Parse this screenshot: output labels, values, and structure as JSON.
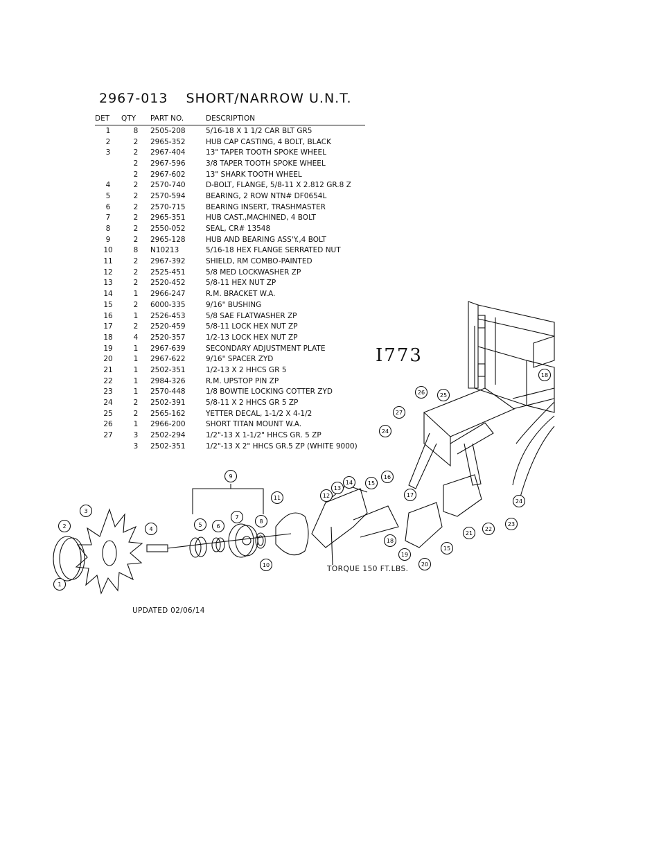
{
  "header": {
    "part_number": "2967-013",
    "title": "SHORT/NARROW U.N.T."
  },
  "table": {
    "columns": [
      "DET",
      "QTY",
      "PART NO.",
      "DESCRIPTION"
    ],
    "rows": [
      {
        "det": "1",
        "qty": "8",
        "part": "2505-208",
        "desc": "5/16-18 X 1 1/2 CAR BLT GR5"
      },
      {
        "det": "2",
        "qty": "2",
        "part": "2965-352",
        "desc": "HUB CAP CASTING, 4 BOLT, BLACK"
      },
      {
        "det": "3",
        "qty": "2",
        "part": "2967-404",
        "desc": "13\" TAPER TOOTH SPOKE WHEEL"
      },
      {
        "det": "",
        "qty": "2",
        "part": "2967-596",
        "desc": "3/8 TAPER TOOTH SPOKE WHEEL"
      },
      {
        "det": "",
        "qty": "2",
        "part": "2967-602",
        "desc": "13\" SHARK TOOTH WHEEL"
      },
      {
        "det": "4",
        "qty": "2",
        "part": "2570-740",
        "desc": "D-BOLT, FLANGE, 5/8-11 X 2.812 GR.8 Z"
      },
      {
        "det": "5",
        "qty": "2",
        "part": "2570-594",
        "desc": "BEARING, 2 ROW NTN# DF0654L"
      },
      {
        "det": "6",
        "qty": "2",
        "part": "2570-715",
        "desc": "BEARING INSERT, TRASHMASTER"
      },
      {
        "det": "7",
        "qty": "2",
        "part": "2965-351",
        "desc": "HUB CAST.,MACHINED, 4 BOLT"
      },
      {
        "det": "8",
        "qty": "2",
        "part": "2550-052",
        "desc": "SEAL, CR# 13548"
      },
      {
        "det": "9",
        "qty": "2",
        "part": "2965-128",
        "desc": "HUB AND BEARING ASS'Y.,4 BOLT"
      },
      {
        "det": "10",
        "qty": "8",
        "part": "N10213",
        "desc": "5/16-18 HEX FLANGE SERRATED NUT"
      },
      {
        "det": "11",
        "qty": "2",
        "part": "2967-392",
        "desc": "SHIELD, RM COMBO-PAINTED"
      },
      {
        "det": "12",
        "qty": "2",
        "part": "2525-451",
        "desc": "5/8 MED LOCKWASHER ZP"
      },
      {
        "det": "13",
        "qty": "2",
        "part": "2520-452",
        "desc": "5/8-11 HEX NUT ZP"
      },
      {
        "det": "14",
        "qty": "1",
        "part": "2966-247",
        "desc": "R.M. BRACKET W.A."
      },
      {
        "det": "15",
        "qty": "2",
        "part": "6000-335",
        "desc": "9/16\" BUSHING"
      },
      {
        "det": "16",
        "qty": "1",
        "part": "2526-453",
        "desc": "5/8 SAE FLATWASHER ZP"
      },
      {
        "det": "17",
        "qty": "2",
        "part": "2520-459",
        "desc": "5/8-11 LOCK HEX NUT ZP"
      },
      {
        "det": "18",
        "qty": "4",
        "part": "2520-357",
        "desc": "1/2-13 LOCK HEX NUT ZP"
      },
      {
        "det": "19",
        "qty": "1",
        "part": "2967-639",
        "desc": "SECONDARY ADJUSTMENT PLATE"
      },
      {
        "det": "20",
        "qty": "1",
        "part": "2967-622",
        "desc": "9/16\" SPACER ZYD"
      },
      {
        "det": "21",
        "qty": "1",
        "part": "2502-351",
        "desc": "1/2-13 X 2 HHCS GR 5"
      },
      {
        "det": "22",
        "qty": "1",
        "part": "2984-326",
        "desc": "R.M. UPSTOP PIN ZP"
      },
      {
        "det": "23",
        "qty": "1",
        "part": "2570-448",
        "desc": "1/8 BOWTIE LOCKING COTTER ZYD"
      },
      {
        "det": "24",
        "qty": "2",
        "part": "2502-391",
        "desc": "5/8-11 X 2 HHCS GR 5 ZP"
      },
      {
        "det": "25",
        "qty": "2",
        "part": "2565-162",
        "desc": "YETTER DECAL, 1-1/2 X 4-1/2"
      },
      {
        "det": "26",
        "qty": "1",
        "part": "2966-200",
        "desc": "SHORT TITAN MOUNT W.A."
      },
      {
        "det": "27",
        "qty": "3",
        "part": "2502-294",
        "desc": "1/2\"-13 X 1-1/2\" HHCS GR. 5 ZP"
      },
      {
        "det": "",
        "qty": "3",
        "part": "2502-351",
        "desc": "1/2\"-13 X 2\" HHCS GR.5 ZP (WHITE 9000)"
      }
    ]
  },
  "diagram": {
    "drawing_number": "I773",
    "torque_note": "TORQUE 150 FT.LBS.",
    "callouts": [
      "1",
      "2",
      "3",
      "4",
      "5",
      "6",
      "7",
      "8",
      "9",
      "10",
      "11",
      "12",
      "13",
      "14",
      "15",
      "15",
      "16",
      "17",
      "18",
      "18",
      "19",
      "20",
      "21",
      "22",
      "23",
      "24",
      "24",
      "25",
      "26",
      "27"
    ]
  },
  "footer": {
    "updated": "UPDATED 02/06/14"
  }
}
